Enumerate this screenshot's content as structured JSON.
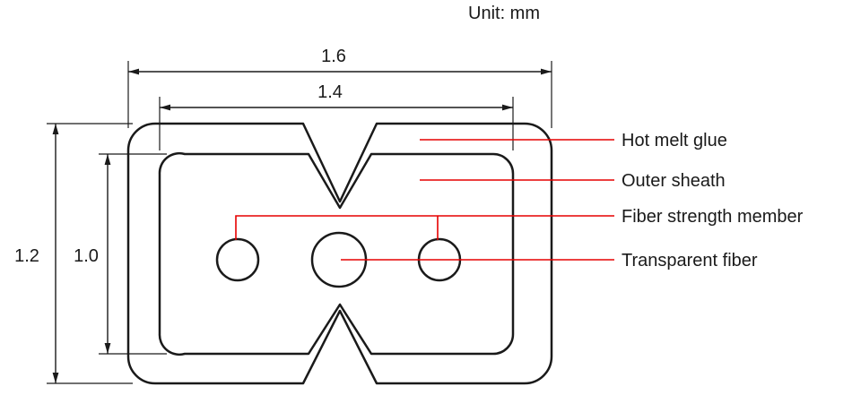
{
  "unit_label": "Unit: mm",
  "dimensions": {
    "outer_width": "1.6",
    "inner_width": "1.4",
    "outer_height": "1.2",
    "inner_height": "1.0"
  },
  "callouts": [
    {
      "label": "Hot melt glue"
    },
    {
      "label": "Outer sheath"
    },
    {
      "label": "Fiber strength member"
    },
    {
      "label": "Transparent fiber"
    }
  ],
  "colors": {
    "line": "#1a1a1a",
    "callout": "#e60000",
    "background": "#ffffff"
  }
}
